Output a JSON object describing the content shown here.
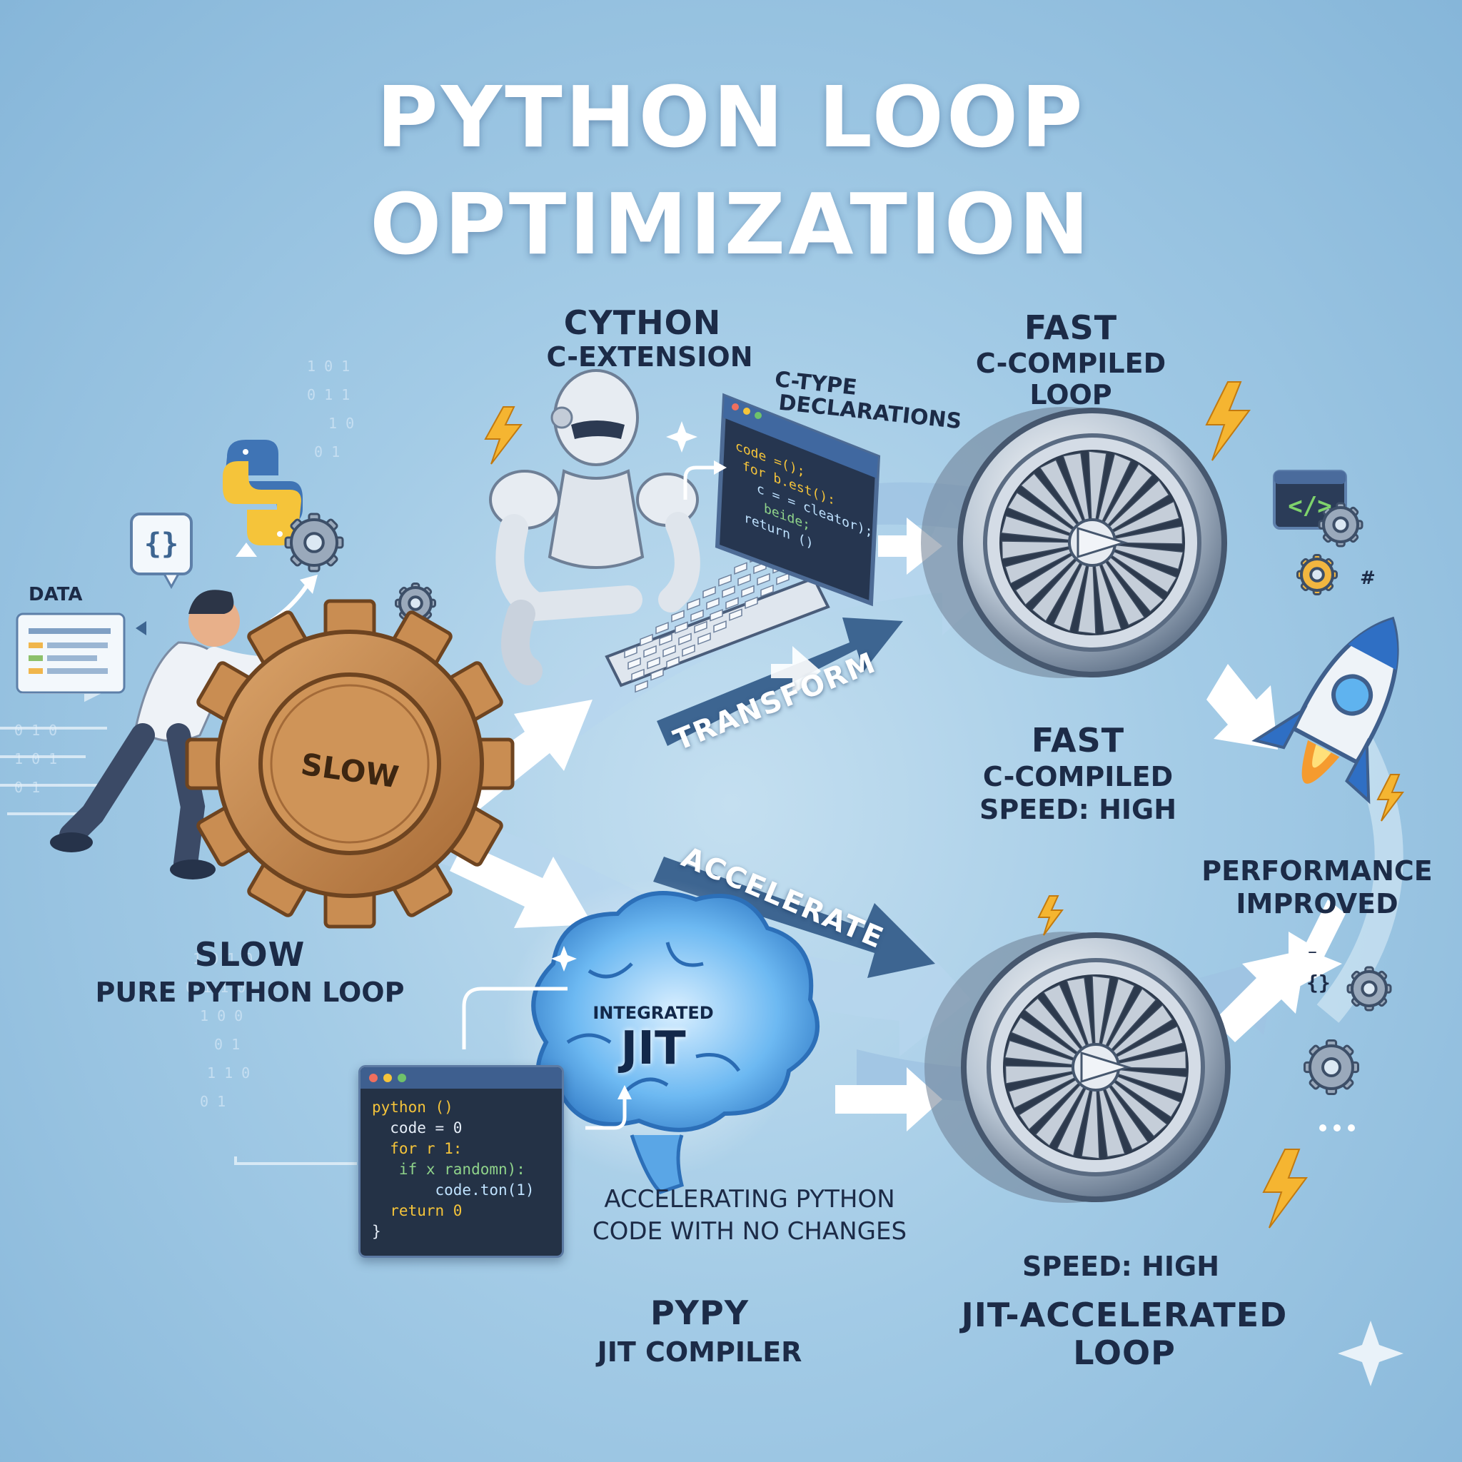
{
  "title": {
    "line1": "PYTHON LOOP",
    "line2": "OPTIMIZATION"
  },
  "data_label": "DATA",
  "slow_gear_label": "SLOW",
  "slow_block": {
    "head": "SLOW",
    "sub": "PURE PYTHON LOOP"
  },
  "cython": {
    "head": "CYTHON",
    "sub": "C-EXTENSION"
  },
  "ctype": {
    "line1": "C-TYPE",
    "line2": "DECLARATIONS"
  },
  "cython_code": [
    "code =();",
    "for b.est():",
    "c = = cleator);",
    "beide;",
    "return ()"
  ],
  "fast_top": {
    "head": "FAST",
    "line1": "C-COMPILED",
    "line2": "LOOP"
  },
  "fast_mid": {
    "head": "FAST",
    "line1": "C-COMPILED",
    "line2": "SPEED: HIGH"
  },
  "transform_label": "TRANSFORM",
  "accelerate_label": "ACCELERATE",
  "jit_brain": {
    "line1": "INTEGRATED",
    "line2": "JIT"
  },
  "pypy_code": [
    "python ()",
    "  code = 0",
    "  for r 1:",
    "   if x randomn):",
    "       code.ton(1)",
    "  return 0",
    "}"
  ],
  "accel_caption": {
    "line1": "ACCELERATING PYTHON",
    "line2": "CODE WITH NO CHANGES"
  },
  "pypy": {
    "head": "PYPY",
    "sub": "JIT COMPILER"
  },
  "jit_block": {
    "speed": "SPEED: HIGH",
    "line1": "JIT-ACCELERATED",
    "line2": "LOOP"
  },
  "performance": {
    "line1": "PERFORMANCE",
    "line2": "IMPROVED"
  },
  "icons": {
    "code_tag": "</>",
    "braces": "{}",
    "braces_small": "{}",
    "hash_small": "#",
    "dash_small": "–"
  },
  "colors": {
    "background": "#a3cbe6",
    "title": "#ffffff",
    "label": "#1c2b47",
    "wood": "#c98d52",
    "flow_arrow": "#8db5d8",
    "dark_arrow": "#3d6591",
    "lightning": "#f5b531",
    "brain": "#4fa3e8"
  }
}
